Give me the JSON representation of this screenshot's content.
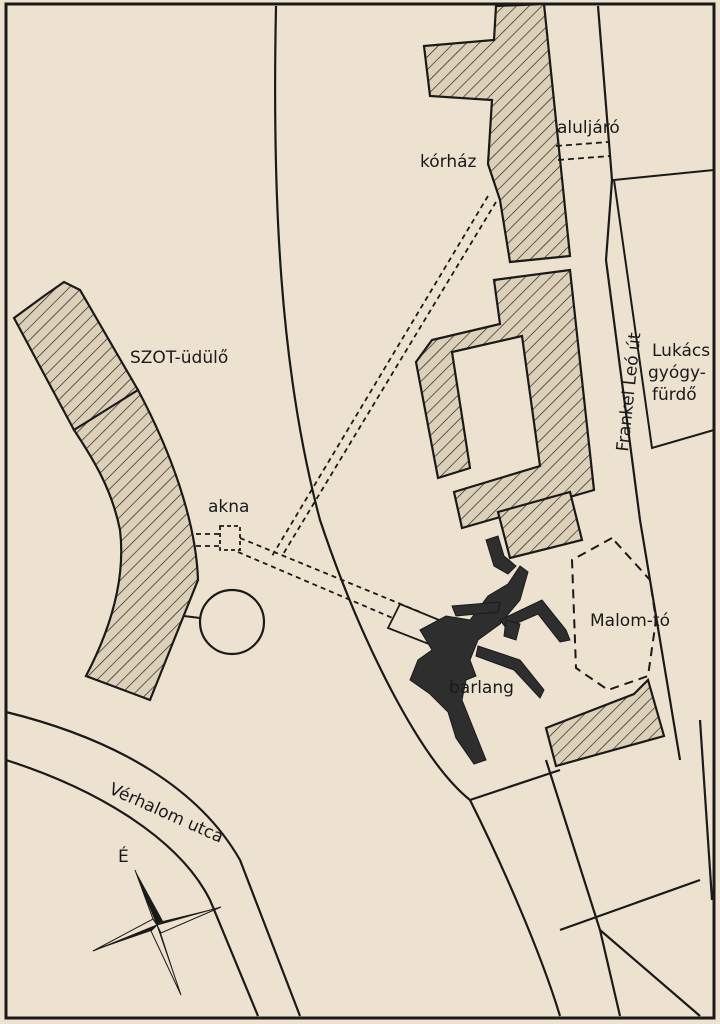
{
  "labels": {
    "hospital": "kórház",
    "underpass": "aluljáró",
    "street_frankel": "Frankel Leó út",
    "bath_line1": "Lukács",
    "bath_line2": "gyógy-",
    "bath_line3": "fürdő",
    "resort": "SZOT-üdülő",
    "shaft": "akna",
    "pond": "Malom-tó",
    "cave": "barlang",
    "street_verhalom": "Vérhalom utca",
    "north": "É"
  },
  "colors": {
    "paper": "#ece2cf",
    "ink": "#1a1a1a",
    "building_fill": "#ddd0b8",
    "cave_fill": "#2e2e2e"
  }
}
